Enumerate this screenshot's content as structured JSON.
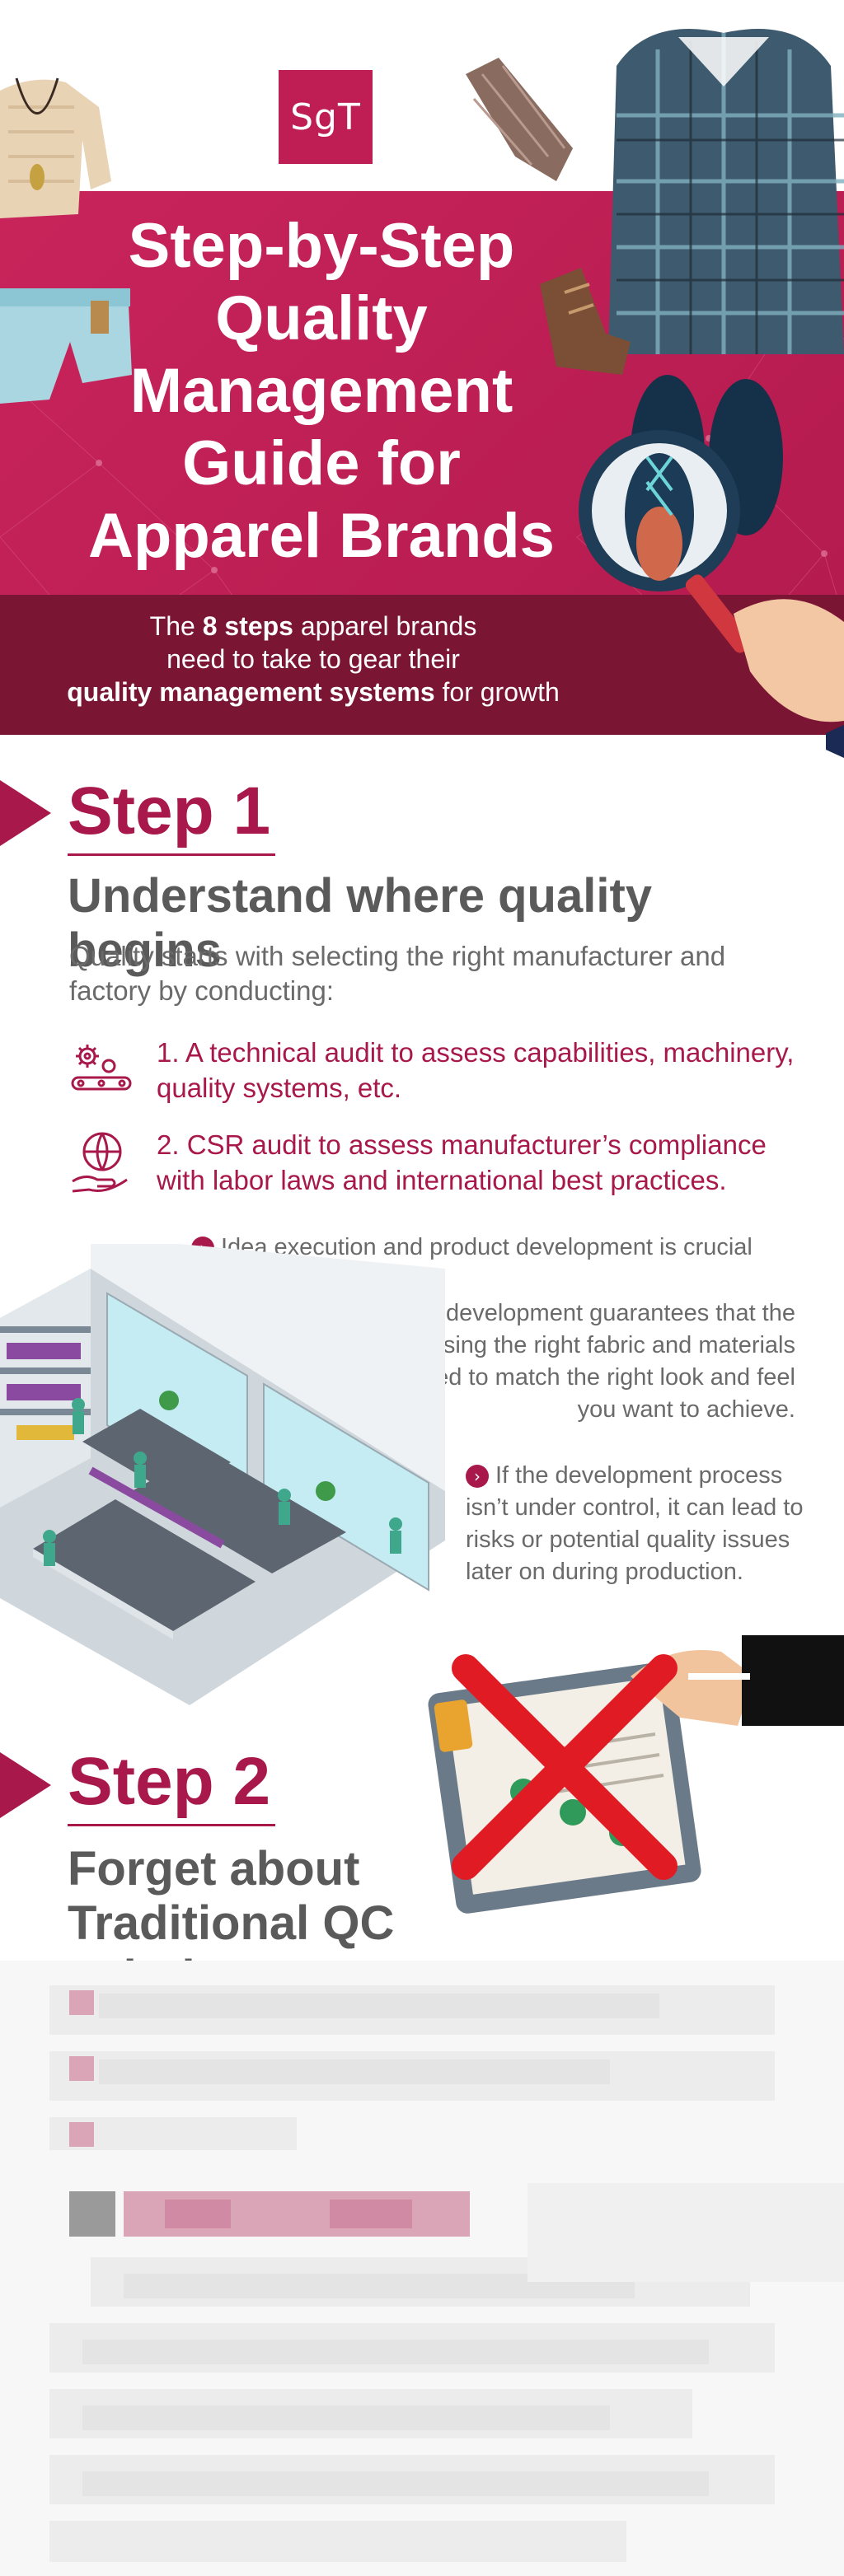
{
  "hero": {
    "logo": "SgT",
    "title": "Step-by-Step Quality Management Guide for Apparel Brands",
    "subtitle_line1_a": "The ",
    "subtitle_line1_b": "8 steps",
    "subtitle_line1_c": " apparel brands",
    "subtitle_line2": "need to take to gear their",
    "subtitle_line3_a": "quality management systems",
    "subtitle_line3_b": " for growth",
    "accent_color": "#be1e53"
  },
  "step1": {
    "label": "Step 1",
    "heading": "Understand where quality begins",
    "intro": "Quality starts with selecting the right manufacturer and factory by conducting:",
    "points": [
      {
        "icon": "gears-conveyor-icon",
        "text": "1. A technical audit to assess capabilities, machinery, quality systems, etc."
      },
      {
        "icon": "globe-hand-icon",
        "text": "2. CSR audit to assess manufacturer’s compliance with labor laws and international best practices."
      }
    ],
    "notes": [
      "Idea execution and product development is crucial",
      "Product development guarantees that the right product using the right fabric and materials will be produced to match the right look and feel you want to achieve.",
      "If the development process isn’t under control, it can lead to risks or potential quality issues later on during production."
    ]
  },
  "step2": {
    "label": "Step 2",
    "heading_line1": "Forget about",
    "heading_line2": "Traditional QC solutions"
  }
}
